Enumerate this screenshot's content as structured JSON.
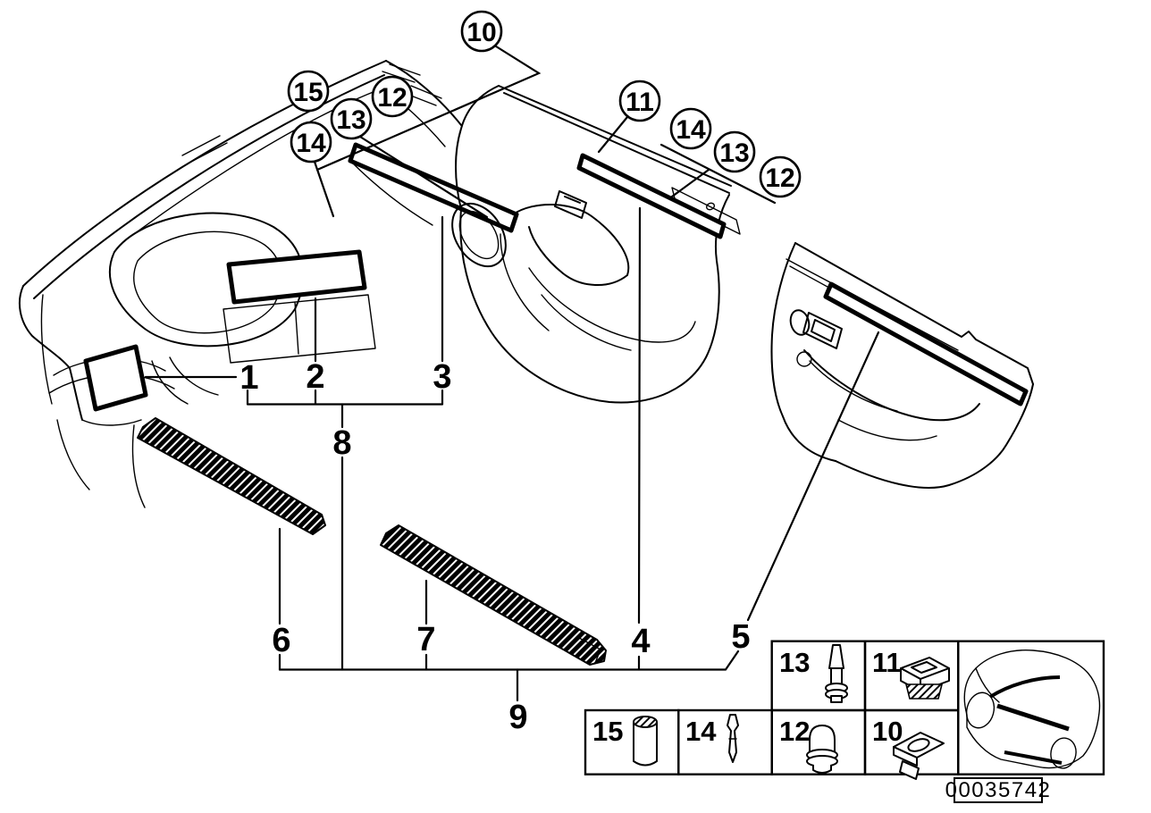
{
  "meta": {
    "background_color": "#ffffff",
    "ink_color": "#000000",
    "image_code": "00035742"
  },
  "callouts": {
    "circled": [
      {
        "id": "10",
        "label": "10"
      },
      {
        "id": "15",
        "label": "15"
      },
      {
        "id": "12",
        "label": "12"
      },
      {
        "id": "13",
        "label": "13"
      },
      {
        "id": "14",
        "label": "14"
      },
      {
        "id": "11",
        "label": "11"
      },
      {
        "id": "14b",
        "label": "14"
      },
      {
        "id": "13b",
        "label": "13"
      },
      {
        "id": "12b",
        "label": "12"
      }
    ],
    "plain": [
      {
        "id": "1",
        "label": "1"
      },
      {
        "id": "2",
        "label": "2"
      },
      {
        "id": "3",
        "label": "3"
      },
      {
        "id": "8",
        "label": "8"
      },
      {
        "id": "6",
        "label": "6"
      },
      {
        "id": "7",
        "label": "7"
      },
      {
        "id": "9",
        "label": "9"
      },
      {
        "id": "4",
        "label": "4"
      },
      {
        "id": "5",
        "label": "5"
      }
    ]
  },
  "legend": {
    "cells": [
      {
        "label": "13",
        "icon": "expanding-rivet-icon"
      },
      {
        "label": "11",
        "icon": "square-clip-icon"
      },
      {
        "label": "15",
        "icon": "sleeve-icon"
      },
      {
        "label": "14",
        "icon": "pin-icon"
      },
      {
        "label": "12",
        "icon": "plug-icon"
      },
      {
        "label": "10",
        "icon": "oval-grommet-icon"
      }
    ],
    "car_icon": "car-location-icon"
  },
  "footer": {
    "image_code": "00035742"
  }
}
